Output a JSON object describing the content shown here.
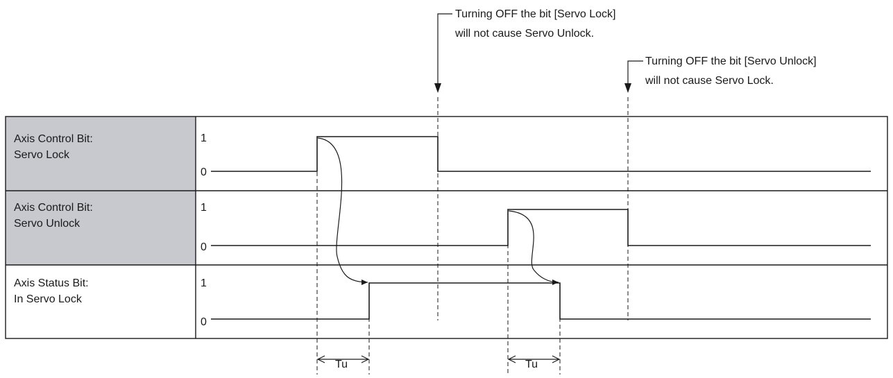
{
  "rows": [
    {
      "label_line1": "Axis Control Bit:",
      "label_line2": "Servo Lock",
      "high_label": "1",
      "low_label": "0",
      "label_bg": "#c8c9cf"
    },
    {
      "label_line1": "Axis Control Bit:",
      "label_line2": "Servo Unlock",
      "high_label": "1",
      "low_label": "0",
      "label_bg": "#c8c9cf"
    },
    {
      "label_line1": "Axis Status Bit:",
      "label_line2": "In Servo Lock",
      "high_label": "1",
      "low_label": "0",
      "label_bg": "#ffffff"
    }
  ],
  "notes": {
    "servo_lock_off": {
      "line1": "Turning OFF the bit [Servo Lock]",
      "line2": "will not cause Servo Unlock."
    },
    "servo_unlock_off": {
      "line1": "Turning OFF the bit [Servo Unlock]",
      "line2": "will not cause Servo Lock."
    }
  },
  "delays": {
    "first": "Tu",
    "second": "Tu"
  }
}
